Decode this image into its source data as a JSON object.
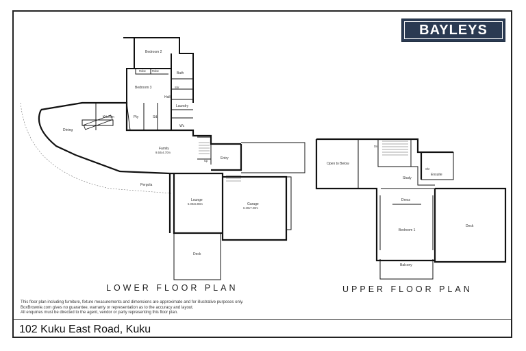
{
  "brand": {
    "logo_text": "BAYLEYS",
    "logo_color": "#2a3a52"
  },
  "address": "102 Kuku East Road, Kuku",
  "lower_floor": {
    "title": "LOWER FLOOR PLAN",
    "rooms": {
      "bedroom2": "Bedroom 2",
      "bedroom3": "Bedroom 3",
      "bath": "Bath",
      "robe": "Robe",
      "robe2": "Robe",
      "hall": "Hall",
      "laundry": "Laundry",
      "wc": "Wc",
      "kitchen": "Kitchen",
      "pty": "Pty",
      "stb": "Stb",
      "dining": "Dining",
      "family": "Family",
      "family_dim": "9.50x4.70m",
      "entry": "Entry",
      "pergola": "Pergola",
      "lounge": "Lounge",
      "lounge_dim": "5.00x5.90m",
      "garage": "Garage",
      "garage_dim": "6.20x7.20m",
      "deck": "Deck",
      "shr": "Shr",
      "up": "Up"
    }
  },
  "upper_floor": {
    "title": "UPPER FLOOR PLAN",
    "rooms": {
      "open_to_below": "Open to Below",
      "dn": "Dn",
      "study": "Study",
      "ensuite": "Ensuite",
      "shr": "Shr",
      "dress": "Dress",
      "bedroom1": "Bedroom 1",
      "deck": "Deck",
      "balcony": "Balcony"
    }
  },
  "disclaimer": [
    "This floor plan including furniture, fixture measurements and dimensions are approximate and for illustrative purposes only.",
    "BoxBrownie.com gives no guarantee, warranty or representation as to the accuracy and layout.",
    "All enquiries must be directed to the agent, vendor or party representing this floor plan."
  ]
}
